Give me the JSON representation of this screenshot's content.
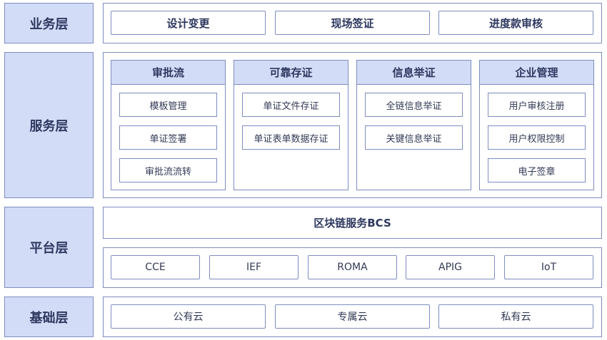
{
  "layers": {
    "business": "业务层",
    "service": "服务层",
    "platform": "平台层",
    "infrastructure": "基础层"
  },
  "business_items": [
    "设计变更",
    "现场签证",
    "进度款审核"
  ],
  "service_columns": [
    {
      "title": "审批流",
      "items": [
        "模板管理",
        "单证签署",
        "审批流流转"
      ]
    },
    {
      "title": "可靠存证",
      "items": [
        "单证文件存证",
        "单证表单数据存证"
      ]
    },
    {
      "title": "信息举证",
      "items": [
        "全链信息举证",
        "关键信息举证"
      ]
    },
    {
      "title": "企业管理",
      "items": [
        "用户审核注册",
        "用户权限控制",
        "电子签章"
      ]
    }
  ],
  "platform": {
    "bcs": "区块链服务BCS",
    "items": [
      "CCE",
      "IEF",
      "ROMA",
      "APIG",
      "IoT"
    ]
  },
  "infrastructure_items": [
    "公有云",
    "专属云",
    "私有云"
  ],
  "colors": {
    "label_bg": "#d3dcf7",
    "border": "#7d8dc0",
    "text": "#333a55"
  }
}
